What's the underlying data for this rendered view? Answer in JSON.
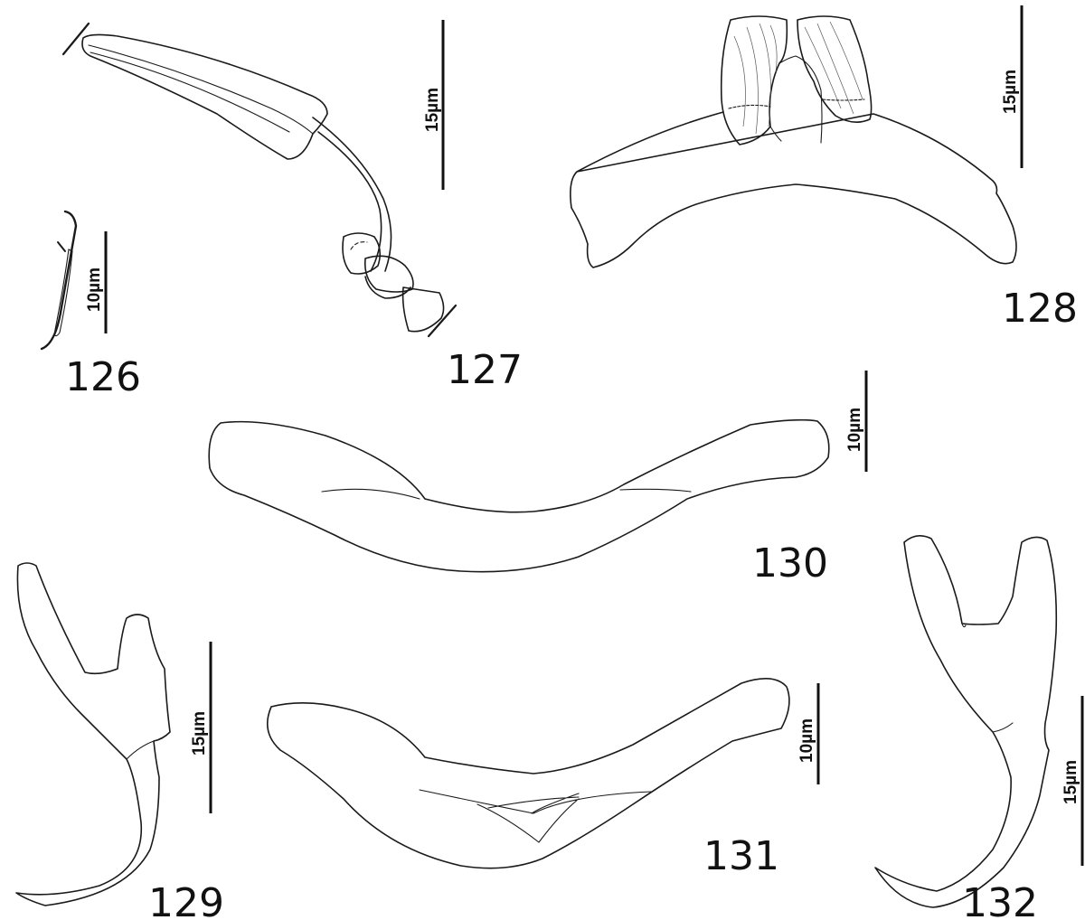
{
  "figures": [
    {
      "id": "fig-126",
      "number": "126",
      "scale": "10µm"
    },
    {
      "id": "fig-127",
      "number": "127",
      "scale": "15µm"
    },
    {
      "id": "fig-128",
      "number": "128",
      "scale": "15µm"
    },
    {
      "id": "fig-129",
      "number": "129",
      "scale": "15µm"
    },
    {
      "id": "fig-130",
      "number": "130",
      "scale": "10µm"
    },
    {
      "id": "fig-131",
      "number": "131",
      "scale": "10µm"
    },
    {
      "id": "fig-132",
      "number": "132",
      "scale": "15µm"
    }
  ],
  "colors": {
    "ink": "#1a1a1a",
    "background": "#ffffff"
  }
}
